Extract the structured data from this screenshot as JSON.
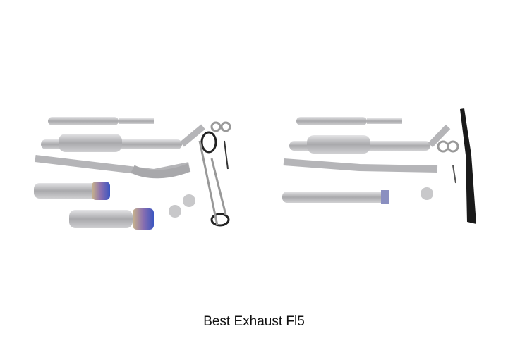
{
  "caption": "Best Exhaust Fl5",
  "images": [
    {
      "name": "exhaust-kit-with-dual-blue-tips"
    },
    {
      "name": "exhaust-kit-with-single-tip-and-bracket"
    }
  ],
  "colors": {
    "pipe": "#b9b9bb",
    "tip_blue": "#4a5fb5",
    "bracket": "#1a1a1a"
  }
}
